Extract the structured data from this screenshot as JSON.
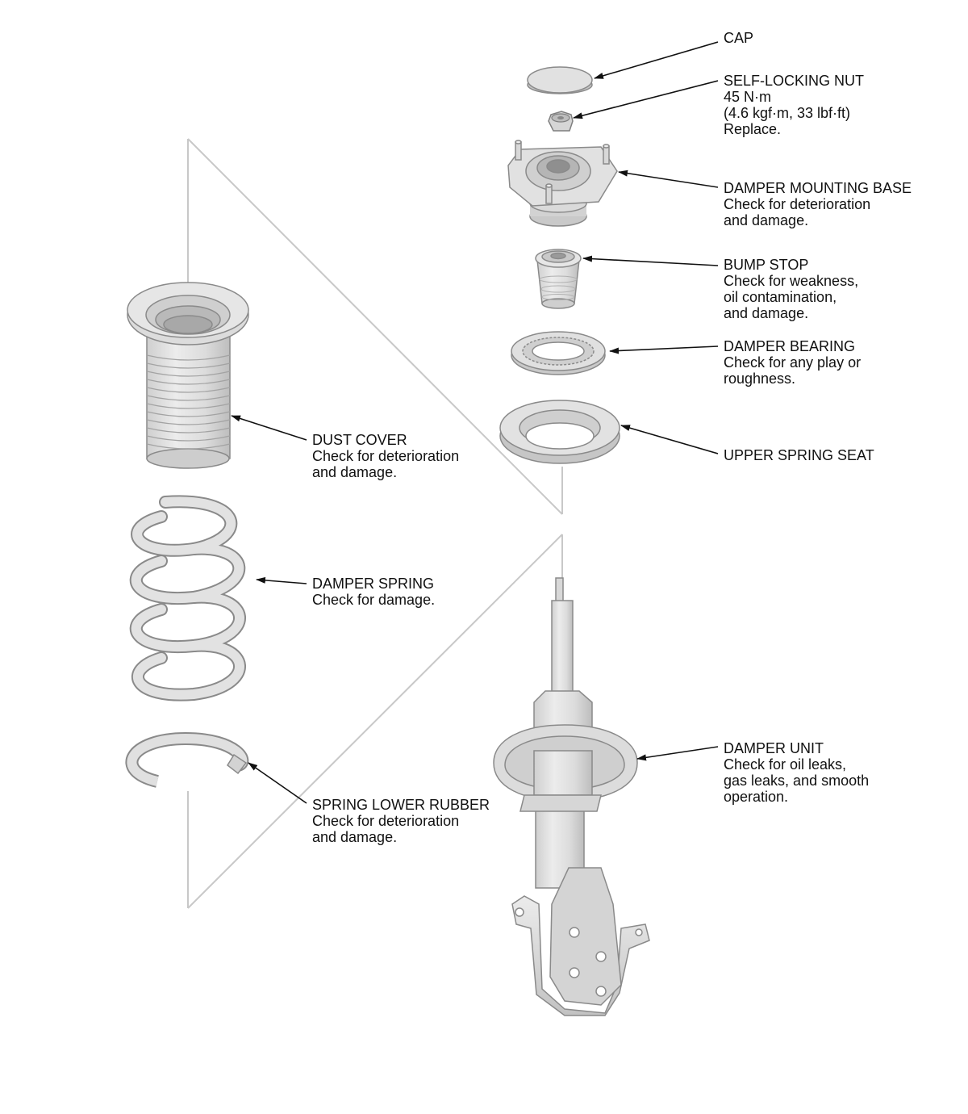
{
  "labels": {
    "cap": {
      "name": "CAP"
    },
    "self_locking_nut": {
      "name": "SELF-LOCKING NUT",
      "torque_nm": "45 N·m",
      "torque_alt": "(4.6 kgf·m, 33 lbf·ft)",
      "note": "Replace."
    },
    "damper_mounting_base": {
      "name": "DAMPER MOUNTING BASE",
      "note_1": "Check for deterioration",
      "note_2": "and damage."
    },
    "bump_stop": {
      "name": "BUMP STOP",
      "note_1": "Check for weakness,",
      "note_2": "oil contamination,",
      "note_3": "and damage."
    },
    "damper_bearing": {
      "name": "DAMPER BEARING",
      "note_1": "Check for any play or",
      "note_2": "roughness."
    },
    "upper_spring_seat": {
      "name": "UPPER SPRING SEAT"
    },
    "dust_cover": {
      "name": "DUST COVER",
      "note_1": "Check for deterioration",
      "note_2": "and damage."
    },
    "damper_spring": {
      "name": "DAMPER SPRING",
      "note_1": "Check for damage."
    },
    "spring_lower_rubber": {
      "name": "SPRING LOWER RUBBER",
      "note_1": "Check for deterioration",
      "note_2": "and damage."
    },
    "damper_unit": {
      "name": "DAMPER UNIT",
      "note_1": "Check for oil leaks,",
      "note_2": "gas leaks, and smooth",
      "note_3": "operation."
    }
  },
  "colors": {
    "part_fill": "#e1e1e1",
    "part_shade": "#c4c4c4",
    "part_stroke": "#8a8a8a",
    "leader": "#111111",
    "guide": "#c8c8c8"
  }
}
